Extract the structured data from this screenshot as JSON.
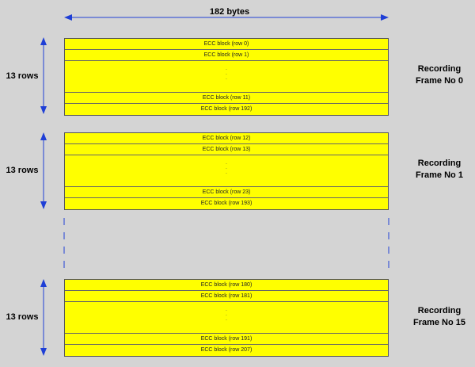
{
  "width_label": "182 bytes",
  "frames": [
    {
      "rows_label": "13 rows",
      "frame_label_line1": "Recording",
      "frame_label_line2": "Frame No 0",
      "top_rows": [
        "ECC block (row 0)",
        "ECC block (row 1)"
      ],
      "bottom_rows": [
        "ECC block (row 11)",
        "ECC block (row 192)"
      ]
    },
    {
      "rows_label": "13 rows",
      "frame_label_line1": "Recording",
      "frame_label_line2": "Frame No 1",
      "top_rows": [
        "ECC block (row 12)",
        "ECC block (row 13)"
      ],
      "bottom_rows": [
        "ECC block (row 23)",
        "ECC block (row 193)"
      ]
    },
    {
      "rows_label": "13 rows",
      "frame_label_line1": "Recording",
      "frame_label_line2": "Frame No 15",
      "top_rows": [
        "ECC block (row 180)",
        "ECC block (row 181)"
      ],
      "bottom_rows": [
        "ECC block (row 191)",
        "ECC block (row 207)"
      ]
    }
  ],
  "colors": {
    "background": "#d4d4d4",
    "block_fill": "#ffff00",
    "arrow": "#1f3fd6"
  }
}
